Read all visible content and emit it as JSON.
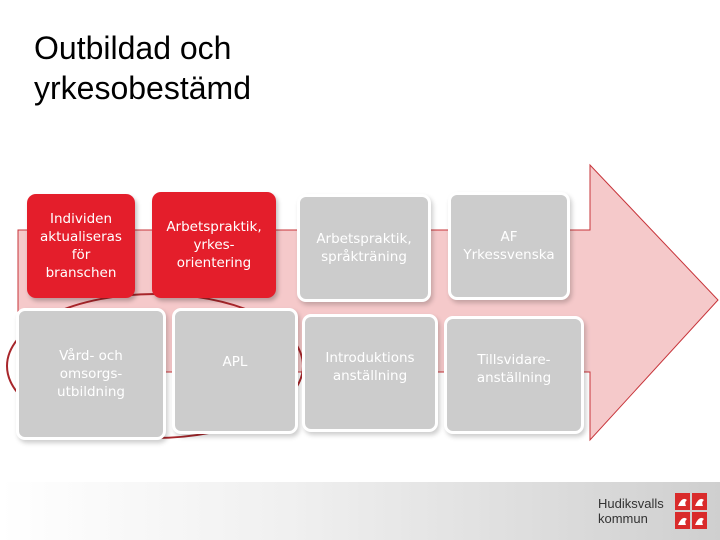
{
  "title": "Outbildad och\nyrkesobestämd",
  "colors": {
    "arrow_fill": "#f5c9ca",
    "arrow_stroke": "#c7343a",
    "red_box": "#e41e2b",
    "gray_box": "#cccccc",
    "ellipse_stroke": "#a8262b"
  },
  "steps_top": [
    {
      "text": "Individen\naktualiseras\nför\nbranschen",
      "style": "red"
    },
    {
      "text": "Arbetspraktik,\nyrkes-\norientering",
      "style": "red"
    },
    {
      "text": "Arbetspraktik,\nspråkträning",
      "style": "gray"
    },
    {
      "text": "AF\nYrkessvenska",
      "style": "gray"
    }
  ],
  "steps_bottom": [
    {
      "text": "Vård- och\nomsorgs-\nutbildning",
      "style": "gray"
    },
    {
      "text": "APL",
      "style": "gray"
    },
    {
      "text": "Introduktions\nanställning",
      "style": "gray"
    },
    {
      "text": "Tillsvidare-\nanställning",
      "style": "gray"
    }
  ],
  "logo": {
    "line1": "Hudiksvalls",
    "line2": "kommun",
    "icon": "hudiksvall-crest-icon"
  }
}
